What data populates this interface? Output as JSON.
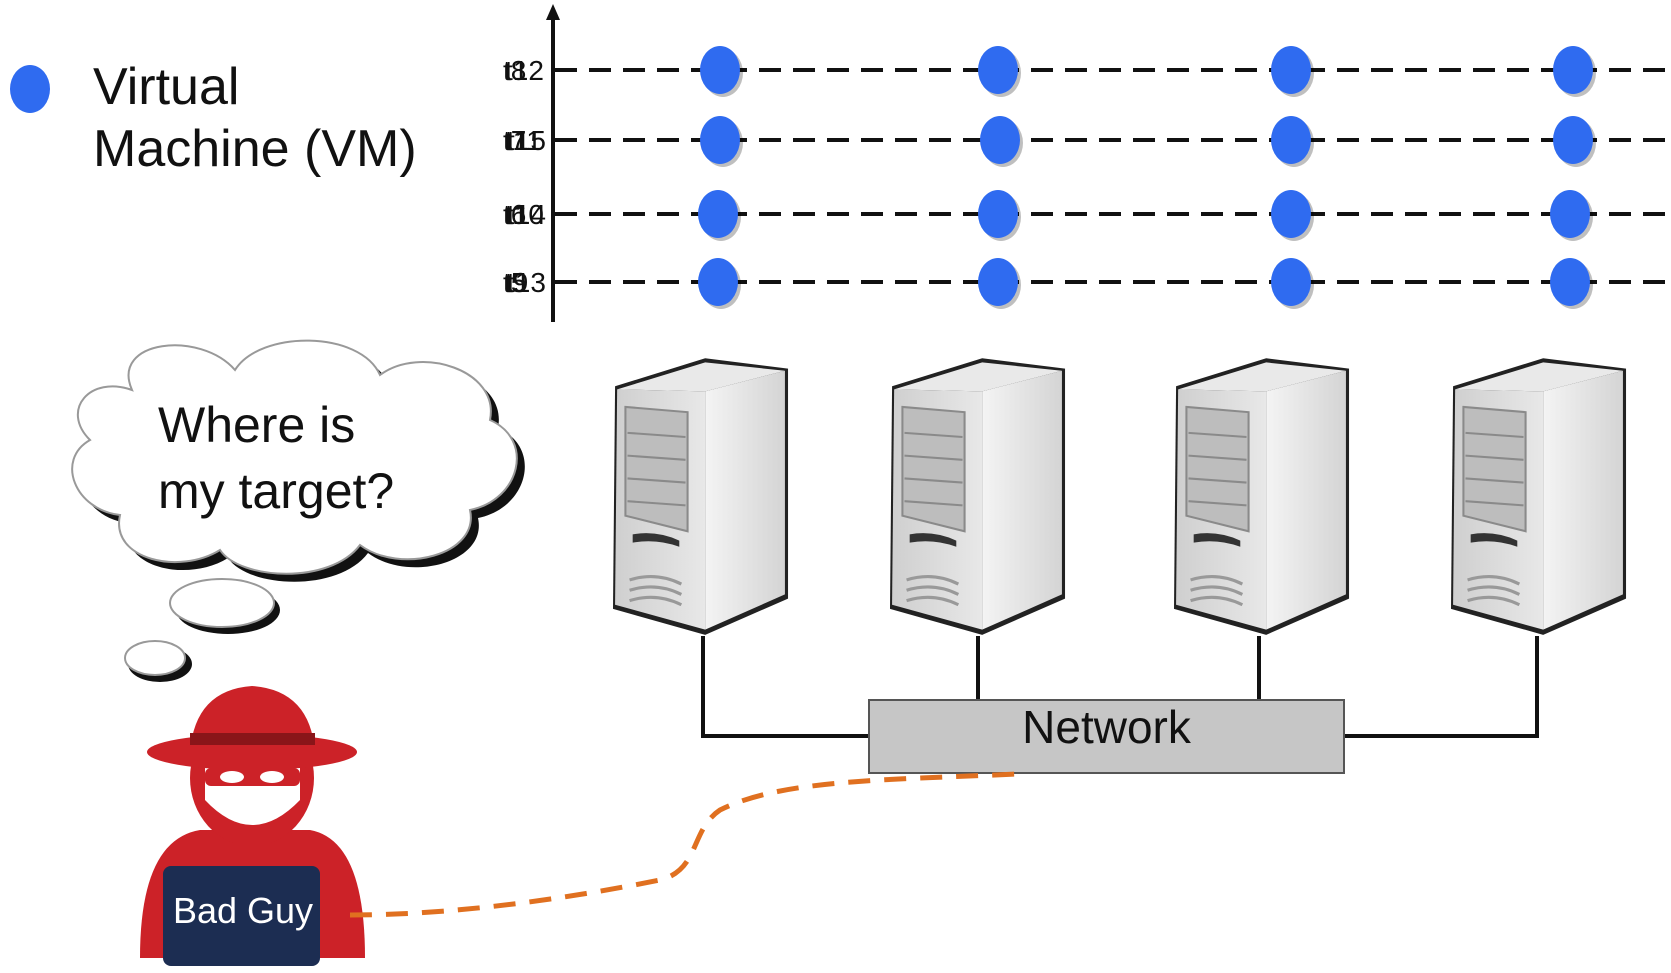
{
  "legend": {
    "marker_color": "#2f6bf0",
    "label_line1": "Virtual",
    "label_line2": "Machine (VM)"
  },
  "timeline": {
    "rows": [
      {
        "labels": [
          "t8",
          "t12"
        ]
      },
      {
        "labels": [
          "t7",
          "t11",
          "t15"
        ]
      },
      {
        "labels": [
          "t6",
          "t10",
          "t14"
        ]
      },
      {
        "labels": [
          "t5",
          "t9",
          "t13"
        ]
      }
    ],
    "vm_color": "#2f6bf0"
  },
  "thought": {
    "line1": "Where is",
    "line2": "my target?"
  },
  "network": {
    "label": "Network"
  },
  "attacker": {
    "label": "Bad Guy",
    "hat_color": "#cc2228",
    "laptop_color": "#1c2d52",
    "link_color": "#e07020"
  }
}
